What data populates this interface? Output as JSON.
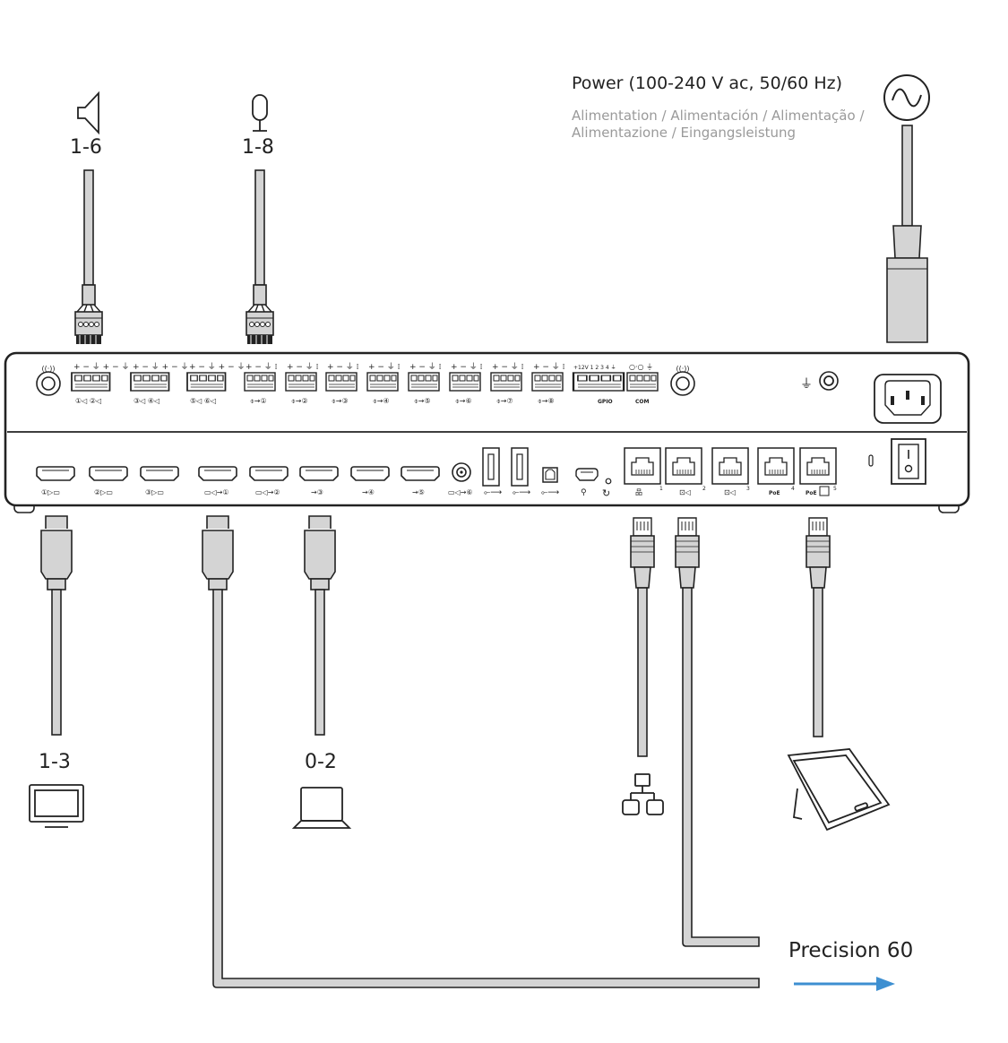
{
  "labels": {
    "speaker_count": "1-6",
    "mic_count": "1-8",
    "display_count": "1-3",
    "laptop_count": "0-2",
    "power_title": "Power (100-240 V ac, 50/60 Hz)",
    "power_sub": "Alimentation / Alimentación / Alimentação / Alimentazione / Eingangsleistung",
    "precision": "Precision 60"
  },
  "panel": {
    "gpio_label": "GPIO",
    "com_label": "COM",
    "poe_label": "PoE"
  },
  "colors": {
    "line": "#222222",
    "cable_fill": "#d4d4d4",
    "arrow": "#3d8fd1",
    "subtext": "#9a9a9a"
  },
  "icons": [
    "speaker-icon",
    "microphone-icon",
    "monitor-icon",
    "laptop-icon",
    "network-icon",
    "touch-panel-icon",
    "power-ac-icon"
  ]
}
